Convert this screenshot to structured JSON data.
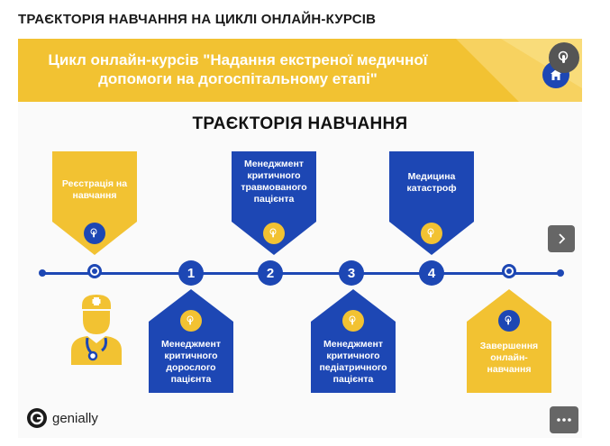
{
  "page": {
    "title": "ТРАЄКТОРІЯ НАВЧАННЯ НА ЦИКЛІ ОНЛАЙН-КУРСІВ"
  },
  "banner": {
    "title": "Цикл онлайн-курсів \"Надання екстреної медичної допомоги на догоспітальному етапі\""
  },
  "heading": "ТРАЄКТОРІЯ НАВЧАННЯ",
  "timeline": {
    "nodes": [
      "",
      "1",
      "2",
      "3",
      "4",
      ""
    ],
    "cards_top": [
      {
        "label": "Реєстрація на навчання"
      },
      {
        "label": "Менеджмент критичного травмованого пацієнта"
      },
      {
        "label": "Медицина катастроф"
      }
    ],
    "cards_bottom": [
      {
        "label": "Менеджмент критичного дорослого пацієнта"
      },
      {
        "label": "Менеджмент критичного педіатричного пацієнта"
      },
      {
        "label": "Завершення онлайн-навчання"
      }
    ]
  },
  "brand": {
    "name": "genially"
  },
  "colors": {
    "yellow": "#f2c232",
    "blue": "#1d47b4"
  },
  "icons": {
    "home": "home-icon",
    "next": "chevron-right-icon",
    "more": "more-icon",
    "tap": "tap-icon",
    "doctor": "doctor-icon"
  }
}
